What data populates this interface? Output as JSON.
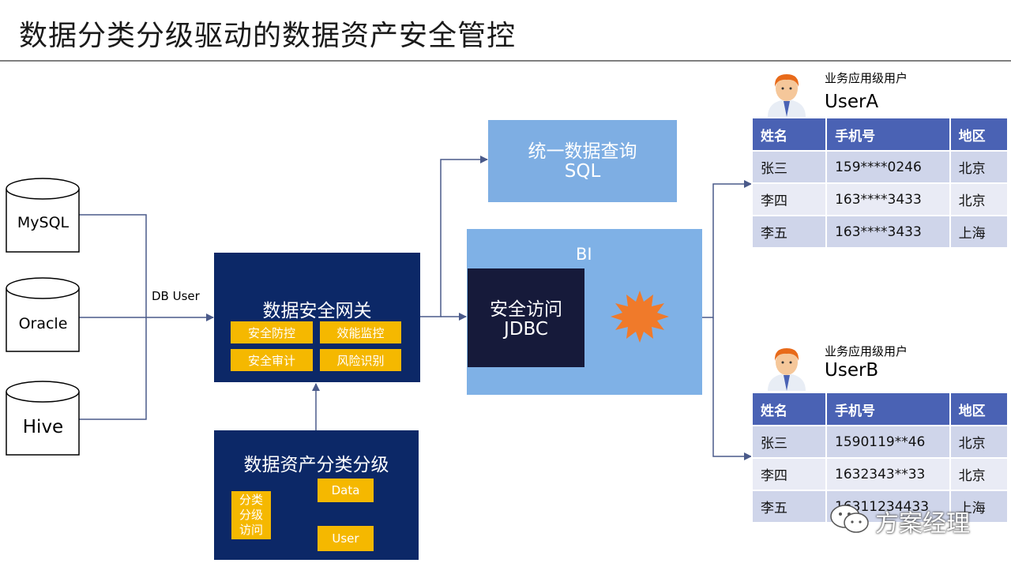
{
  "title": "数据分类分级驱动的数据资产安全管控",
  "databases": [
    {
      "name": "MySQL"
    },
    {
      "name": "Oracle"
    },
    {
      "name": "Hive"
    }
  ],
  "db_user_label": "DB User",
  "gateway": {
    "title": "数据安全网关",
    "buttons": [
      "安全防控",
      "效能监控",
      "安全审计",
      "风险识别"
    ]
  },
  "asset": {
    "title": "数据资产分类分级",
    "classify_label": "分类\n分级\n访问",
    "data_label": "Data",
    "user_label": "User"
  },
  "query": {
    "line1": "统一数据查询",
    "line2": "SQL"
  },
  "bi": {
    "label": "BI",
    "inner_line1": "安全访问",
    "inner_line2": "JDBC"
  },
  "user_a": {
    "role": "业务应用级用户",
    "name": "UserA",
    "headers": [
      "姓名",
      "手机号",
      "地区"
    ],
    "rows": [
      [
        "张三",
        "159****0246",
        "北京"
      ],
      [
        "李四",
        "163****3433",
        "北京"
      ],
      [
        "李五",
        "163****3433",
        "上海"
      ]
    ]
  },
  "user_b": {
    "role": "业务应用级用户",
    "name": "UserB",
    "headers": [
      "姓名",
      "手机号",
      "地区"
    ],
    "rows": [
      [
        "张三",
        "1590119**46",
        "北京"
      ],
      [
        "李四",
        "1632343**33",
        "北京"
      ],
      [
        "李五",
        "16311234433",
        "上海"
      ]
    ]
  },
  "watermark": "方案经理",
  "colors": {
    "navy": "#0c2867",
    "yellow": "#f5b800",
    "light_blue": "#7eaee3",
    "table_header": "#4a62b4",
    "star": "#f07a2a",
    "arrow": "#4a5a8a"
  }
}
